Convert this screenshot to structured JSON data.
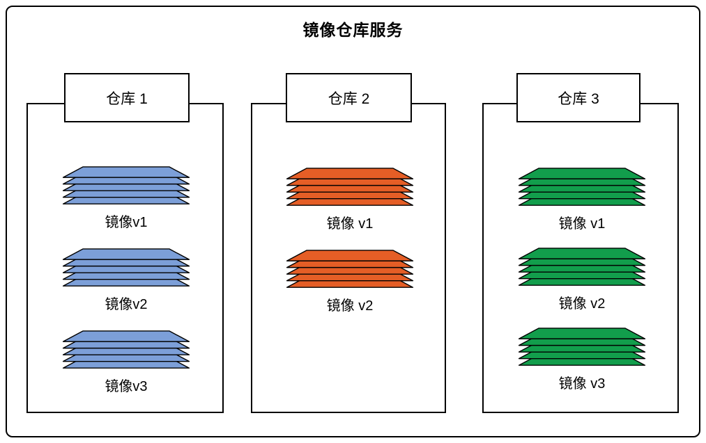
{
  "title": "镜像仓库服务",
  "colors": {
    "blue": "#7C9FD8",
    "orange": "#E55E26",
    "green": "#129E4C",
    "stroke": "#000000"
  },
  "icons": {
    "image-layers-icon": "stack-of-flat-plates"
  },
  "repos": [
    {
      "name": "仓库 1",
      "color": "#7C9FD8",
      "images": [
        {
          "label": "镜像v1"
        },
        {
          "label": "镜像v2"
        },
        {
          "label": "镜像v3"
        }
      ]
    },
    {
      "name": "仓库 2",
      "color": "#E55E26",
      "images": [
        {
          "label": "镜像 v1"
        },
        {
          "label": "镜像 v2"
        }
      ]
    },
    {
      "name": "仓库 3",
      "color": "#129E4C",
      "images": [
        {
          "label": "镜像 v1"
        },
        {
          "label": "镜像 v2"
        },
        {
          "label": "镜像 v3"
        }
      ]
    }
  ]
}
